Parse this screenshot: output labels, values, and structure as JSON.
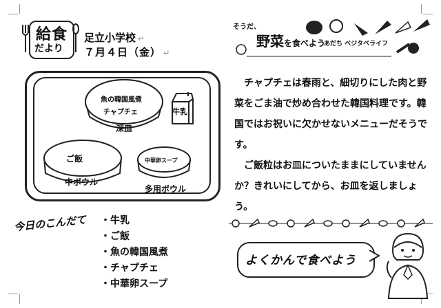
{
  "header": {
    "title_main": "給食",
    "title_sub": "だより",
    "school": "足立小学校",
    "date": "７月４日（金）",
    "mark": "↵"
  },
  "tray": {
    "fukazara": {
      "line1": "魚の韓国風煮",
      "line2": "チャプチェ",
      "label": "深皿"
    },
    "milk": "牛乳",
    "rice": {
      "name": "ご飯",
      "label": "中ボウル"
    },
    "soup": {
      "name": "中華卵スープ",
      "label": "多用ボウル"
    }
  },
  "menu": {
    "title": "今日のこんだて",
    "items": [
      "・牛乳",
      "・ご飯",
      "・魚の韓国風煮",
      "・チャプチェ",
      "・中華卵スープ"
    ]
  },
  "banner": {
    "prefix": "そうだ、",
    "title": "野菜",
    "suffix": "を食べよう",
    "sub": "あだち ベジタベライフ"
  },
  "article": {
    "p1": "チャプチェは春雨と、細切りにした肉と野菜をごま油で炒め合わせた韓国料理です。韓国ではお祝いに欠かせないメニューだそうです。",
    "p2": "ご飯粒はお皿についたままにしていませんか？きれいにしてから、お皿を返しましょう。"
  },
  "bubble": {
    "text": "よくかんで食べよう"
  },
  "colors": {
    "ink": "#111111",
    "line": "#222222"
  }
}
